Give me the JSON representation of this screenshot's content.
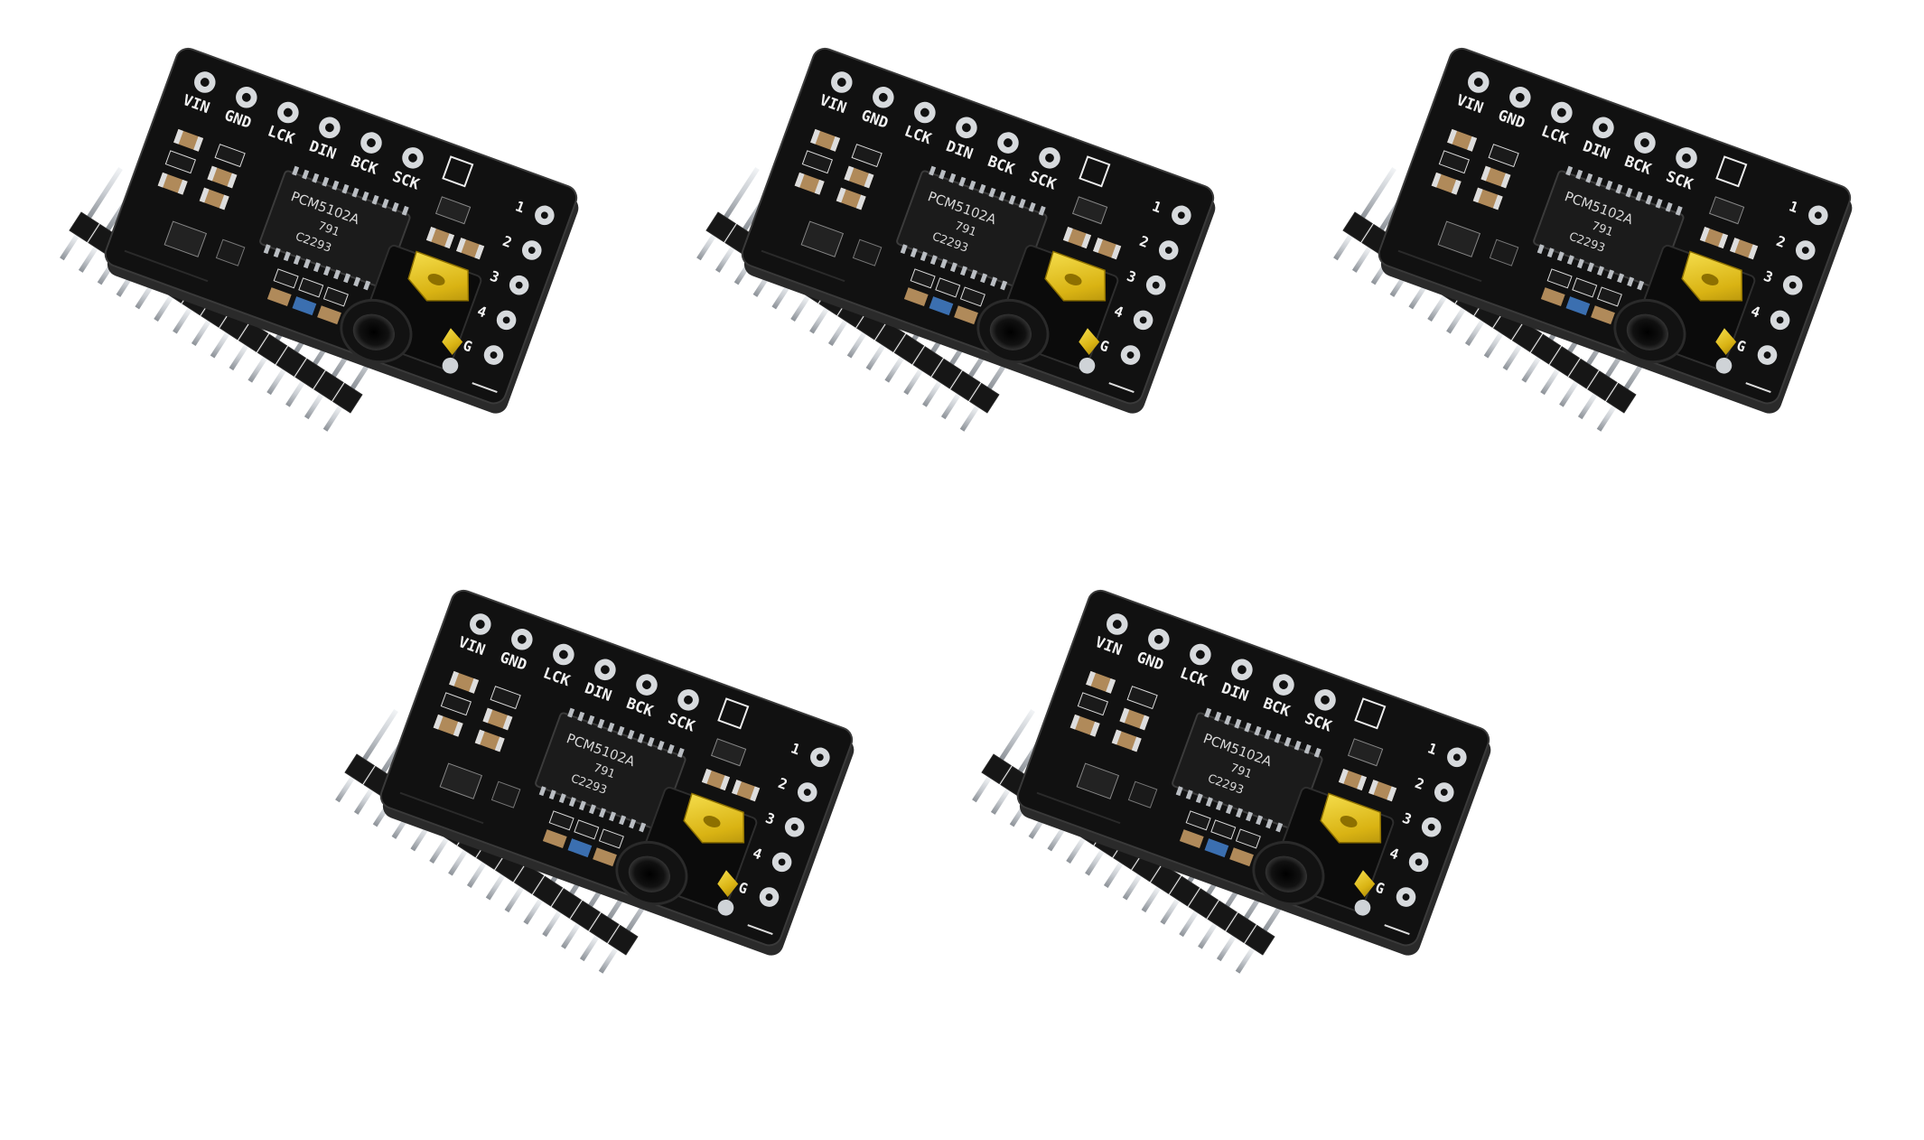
{
  "product_photo": {
    "module_count": 5,
    "board": {
      "silkscreen_pins": [
        "VIN",
        "GND",
        "LCK",
        "DIN",
        "BCK",
        "SCK"
      ],
      "side_labels": [
        "1",
        "2",
        "3",
        "4",
        "G"
      ],
      "chip_lines": [
        "PCM5102A",
        "791",
        "C2293"
      ],
      "colors": {
        "pcb": "#111111",
        "pad": "#d7dadd",
        "gold": "#e2c21a",
        "jack": "#0b0b0b",
        "smd_cap": "#b08a5a",
        "smd_res": "#1a1a1a"
      }
    },
    "header": {
      "pin_count": 15,
      "colors": {
        "plastic": "#161616",
        "pin": "#c9cdd2"
      }
    }
  }
}
